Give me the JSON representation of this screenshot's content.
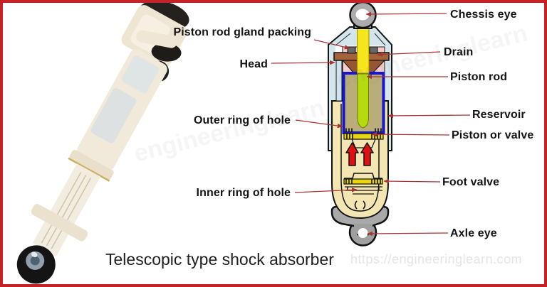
{
  "figure": {
    "caption": "Telescopic type shock absorber",
    "watermark_url": "https://engineeringlearn.com",
    "watermark_diagonal": "engineeringlearn"
  },
  "labels": {
    "chessis_eye": "Chessis eye",
    "piston_rod_gland_packing": "Piston rod gland packing",
    "drain": "Drain",
    "head": "Head",
    "piston_rod": "Piston rod",
    "outer_ring_of_hole": "Outer ring of hole",
    "reservoir": "Reservoir",
    "piston_or_valve": "Piston or valve",
    "inner_ring_of_hole": "Inner ring of hole",
    "foot_valve": "Foot valve",
    "axle_eye": "Axle eye"
  },
  "colors": {
    "frame_border": "#c52228",
    "leader_line": "#a83434",
    "casing_light_blue": "#d4e6ec",
    "reservoir_cream": "#f3e6b2",
    "cylinder_khaki": "#b9ae7a",
    "cylinder_border_blue": "#1414cc",
    "piston_rod_yellow": "#f4e51c",
    "piston_rod_green": "#b5da10",
    "head_brown": "#a5633c",
    "gland_pink": "#f6cdc8",
    "arrow_red": "#e01111",
    "metal_gray": "#a9a9a9"
  }
}
